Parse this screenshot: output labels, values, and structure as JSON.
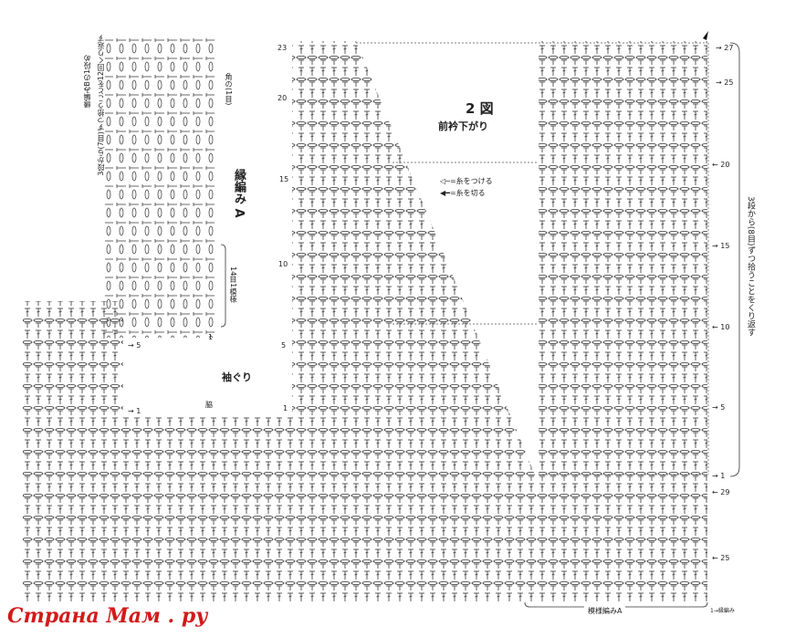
{
  "title": {
    "figure": "2 図",
    "subtitle": "前衿下がり"
  },
  "legend": [
    {
      "symbol": "join-yarn",
      "label": "=糸をつける"
    },
    {
      "symbol": "cut-yarn",
      "label": "=糸を切る"
    }
  ],
  "edging": {
    "title": "縁編み A",
    "top_note": "3段から(7目)ずつ拾うことを12回くり返す",
    "start_note": "縁編みBの1段め",
    "corner_note": "角の(1目)",
    "repeat_note": "14目1模様",
    "row_labels": [
      "1"
    ]
  },
  "armhole": "袖ぐり",
  "side": "脇",
  "left_rows": [
    "5",
    "1"
  ],
  "center_rows": [
    "23",
    "20",
    "15",
    "10",
    "5",
    "1"
  ],
  "right_rows": [
    "27",
    "25",
    "20",
    "15",
    "10",
    "5",
    "1",
    "29",
    "25"
  ],
  "right_note": "3段から(8目)ずつ拾うことをくり返す",
  "bottom_label": "模様編みA",
  "bottom_right_label": "1→縁編み",
  "watermark": "Страна Мам . ру"
}
